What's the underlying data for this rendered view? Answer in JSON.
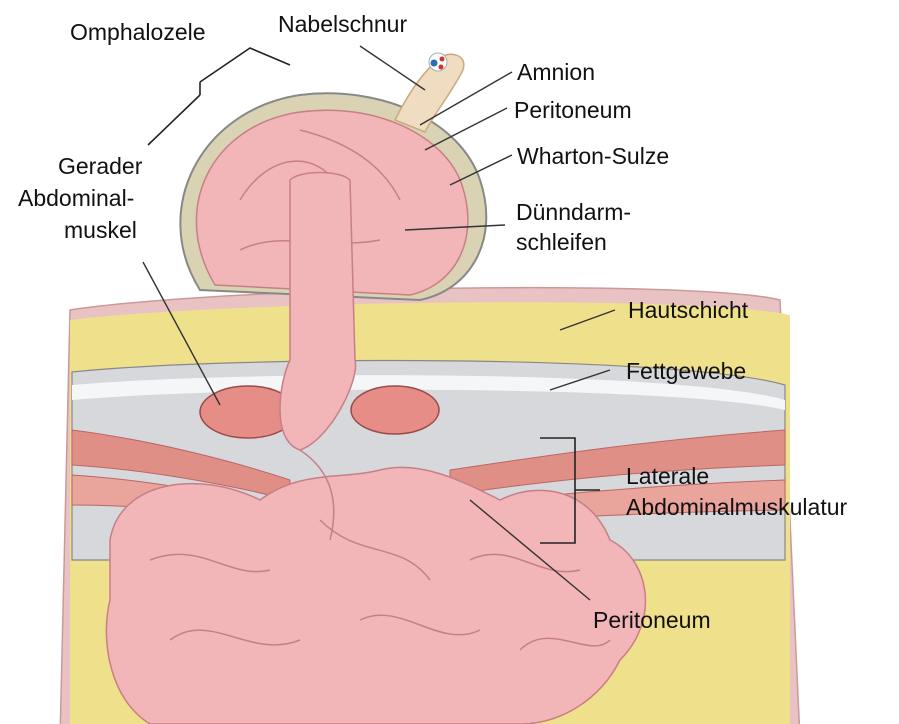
{
  "labels": {
    "omphalozele": "Omphalozele",
    "nabelschnur": "Nabelschnur",
    "amnion": "Amnion",
    "peritoneum_top": "Peritoneum",
    "wharton": "Wharton-Sulze",
    "duenndarm_1": "Dünndarm-",
    "duenndarm_2": "schleifen",
    "gerader_1": "Gerader",
    "gerader_2": "Abdominal-",
    "gerader_3": "muskel",
    "hautschicht": "Hautschicht",
    "fettgewebe": "Fettgewebe",
    "lateral_1": "Laterale",
    "lateral_2": "Abdominalmuskulatur",
    "peritoneum_bottom": "Peritoneum"
  },
  "colors": {
    "bowel": "#f2b6b8",
    "bowel_line": "#c77f86",
    "skin": "#e9c3c3",
    "fat": "#efe08c",
    "fascia": "#dcdde0",
    "muscle": "#e08f86",
    "sac": "#d9d3b4",
    "cord": "#f0dcc0"
  }
}
